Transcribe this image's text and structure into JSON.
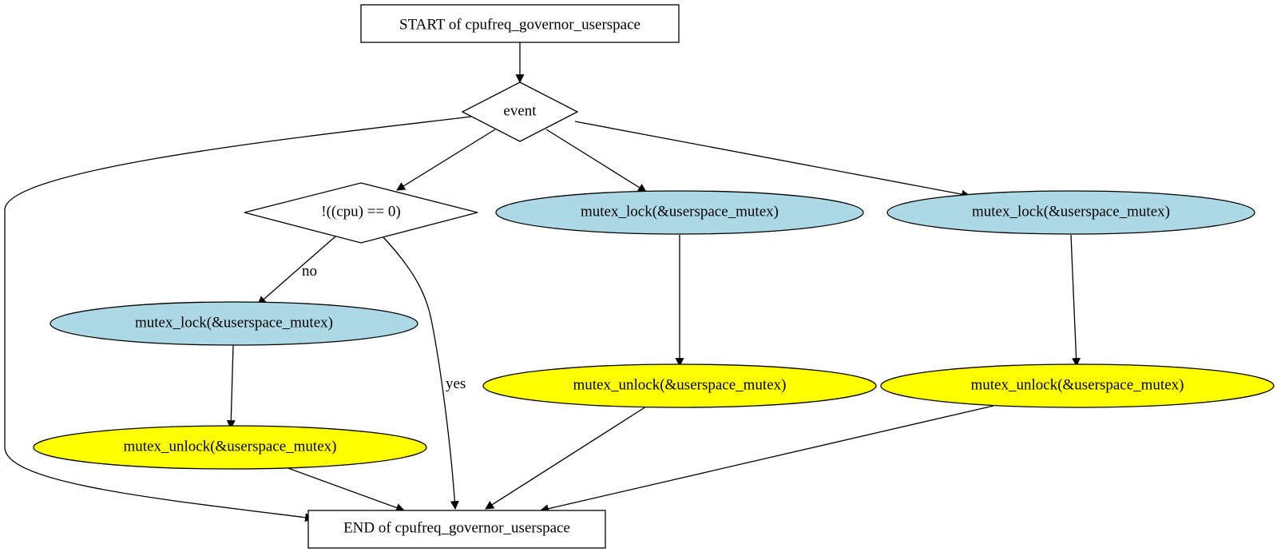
{
  "colors": {
    "lock_fill": "#add8e6",
    "unlock_fill": "#ffff00",
    "plain_fill": "#ffffff",
    "stroke": "#000000"
  },
  "nodes": {
    "start": "START of cpufreq_governor_userspace",
    "event": "event",
    "cpu_check": "!((cpu) == 0)",
    "lock_left": "mutex_lock(&userspace_mutex)",
    "unlock_left": "mutex_unlock(&userspace_mutex)",
    "lock_mid": "mutex_lock(&userspace_mutex)",
    "unlock_mid": "mutex_unlock(&userspace_mutex)",
    "lock_right": "mutex_lock(&userspace_mutex)",
    "unlock_right": "mutex_unlock(&userspace_mutex)",
    "end": "END of cpufreq_governor_userspace"
  },
  "edge_labels": {
    "no": "no",
    "yes": "yes"
  }
}
